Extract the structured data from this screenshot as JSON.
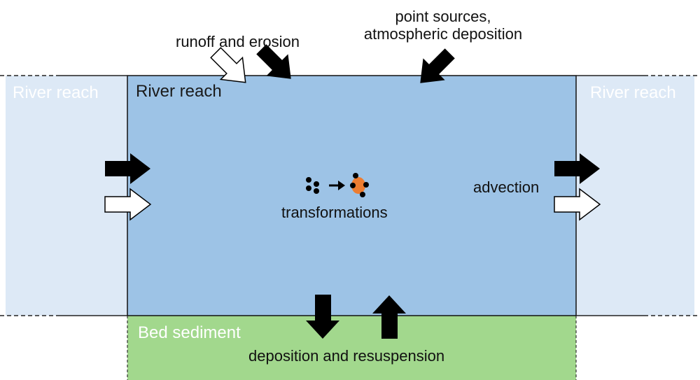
{
  "labels": {
    "left_reach": "River reach",
    "main_reach": "River reach",
    "right_reach": "River reach",
    "bed_sediment": "Bed sediment",
    "runoff": "runoff and erosion",
    "point_sources_line1": "point sources,",
    "point_sources_line2": "atmospheric deposition",
    "advection": "advection",
    "transformations": "transformations",
    "deposition": "deposition and resuspension"
  },
  "colors": {
    "main_reach": "#9dc3e6",
    "side_reach": "#dde9f6",
    "bed_sediment": "#a2d88d",
    "particle_orange": "#ed7d31",
    "arrow_solid": "#000000",
    "arrow_hollow": "#ffffff"
  }
}
